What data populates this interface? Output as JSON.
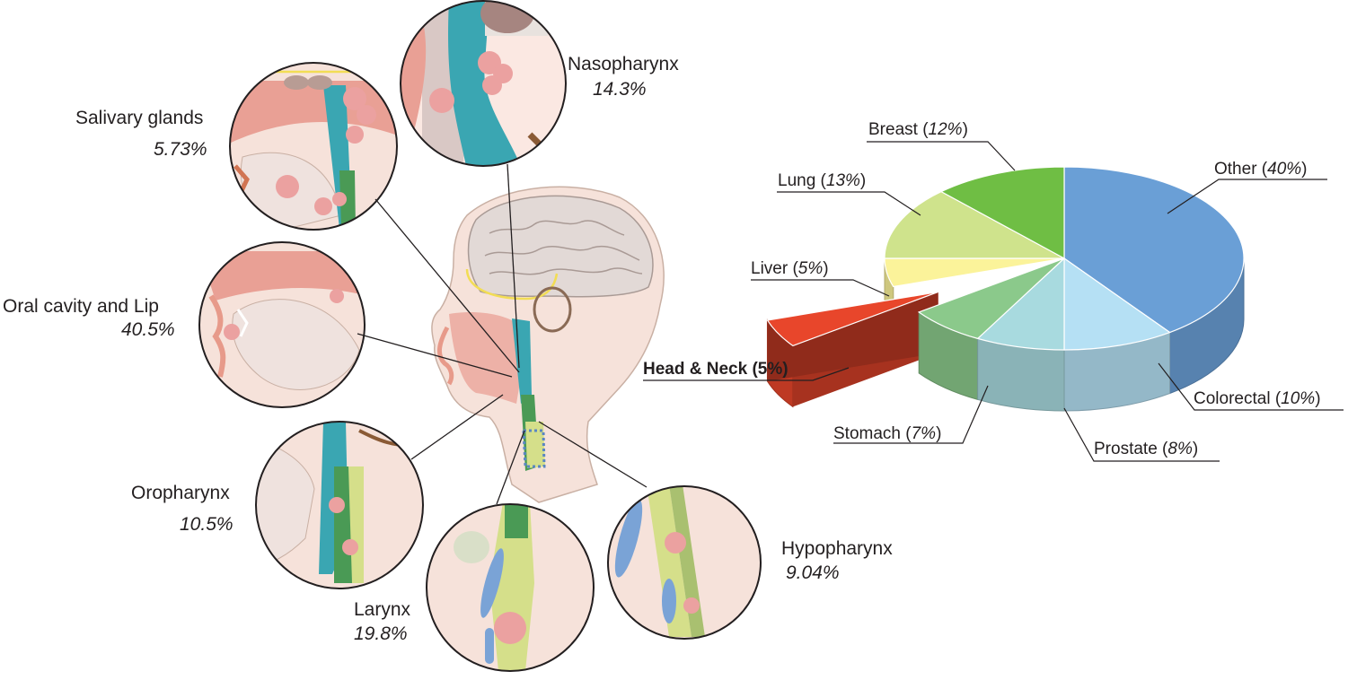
{
  "chart_data": [
    {
      "type": "pie",
      "style": "3d-exploded",
      "slices": [
        {
          "label": "Other",
          "value": 40,
          "display": "40%",
          "color": "#6a9fd6"
        },
        {
          "label": "Colorectal",
          "value": 10,
          "display": "10%",
          "color": "#b5e0f4"
        },
        {
          "label": "Prostate",
          "value": 8,
          "display": "8%",
          "color": "#a8dadf"
        },
        {
          "label": "Stomach",
          "value": 7,
          "display": "7%",
          "color": "#8bc98b"
        },
        {
          "label": "Head & Neck",
          "value": 5,
          "display": "5%",
          "color": "#e8462b",
          "exploded": true,
          "emphasis": "bold"
        },
        {
          "label": "Liver",
          "value": 5,
          "display": "5%",
          "color": "#fbf39a"
        },
        {
          "label": "Lung",
          "value": 13,
          "display": "13%",
          "color": "#cfe38c"
        },
        {
          "label": "Breast",
          "value": 12,
          "display": "12%",
          "color": "#6fbe44"
        }
      ]
    },
    {
      "type": "anatomical-diagram",
      "sites": [
        {
          "name": "Nasopharynx",
          "value": "14.3%"
        },
        {
          "name": "Salivary glands",
          "value": "5.73%"
        },
        {
          "name": "Oral cavity and Lip",
          "value": "40.5%"
        },
        {
          "name": "Oropharynx",
          "value": "10.5%"
        },
        {
          "name": "Larynx",
          "value": "19.8%"
        },
        {
          "name": "Hypopharynx",
          "value": "9.04%"
        }
      ]
    }
  ]
}
